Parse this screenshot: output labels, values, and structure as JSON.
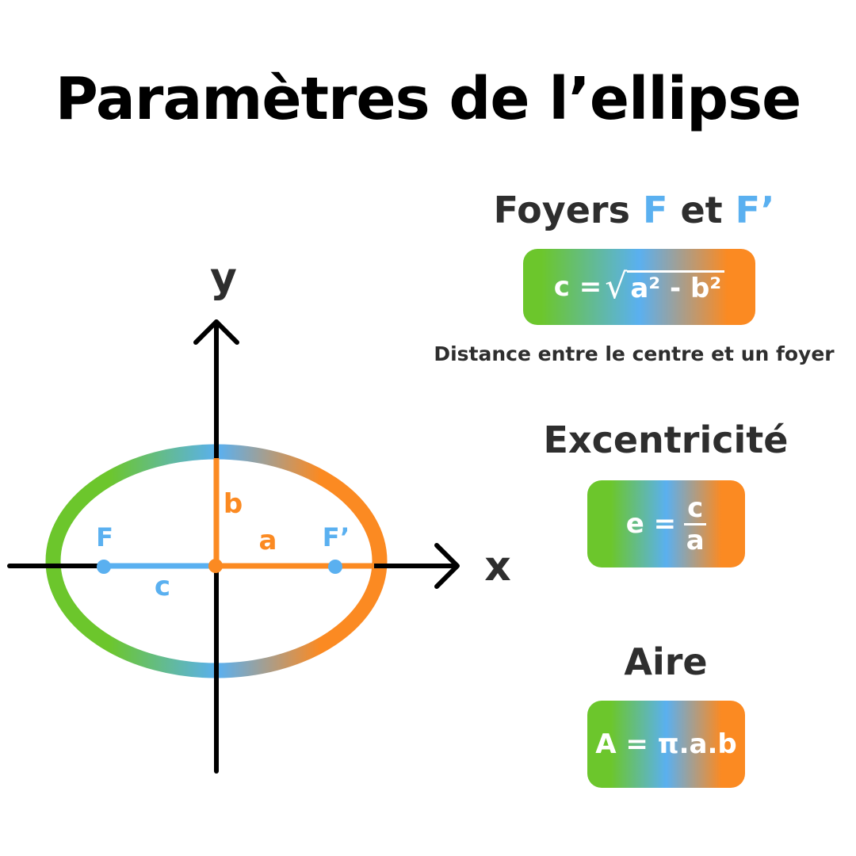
{
  "title": "Paramètres de l’ellipse",
  "colors": {
    "green": "#6cc62c",
    "blue": "#5ab0f0",
    "orange": "#fb8a22",
    "dark_text": "#2e2e2e",
    "axis": "#000000"
  },
  "diagram": {
    "axis_x_label": "x",
    "axis_y_label": "y",
    "label_b": "b",
    "label_a": "a",
    "label_c": "c",
    "focus_F": "F",
    "focus_F_prime": "F’"
  },
  "foyers": {
    "title_prefix": "Foyers ",
    "title_F": "F",
    "title_mid": " et ",
    "title_F_prime": "F’",
    "formula_lhs": "c =",
    "formula_radicand": "a² - b²",
    "caption": "Distance entre le centre et un foyer"
  },
  "excentricite": {
    "title": "Excentricité",
    "formula_lhs": "e =",
    "numerator": "c",
    "denominator": "a"
  },
  "aire": {
    "title": "Aire",
    "formula": "A = π.a.b"
  }
}
